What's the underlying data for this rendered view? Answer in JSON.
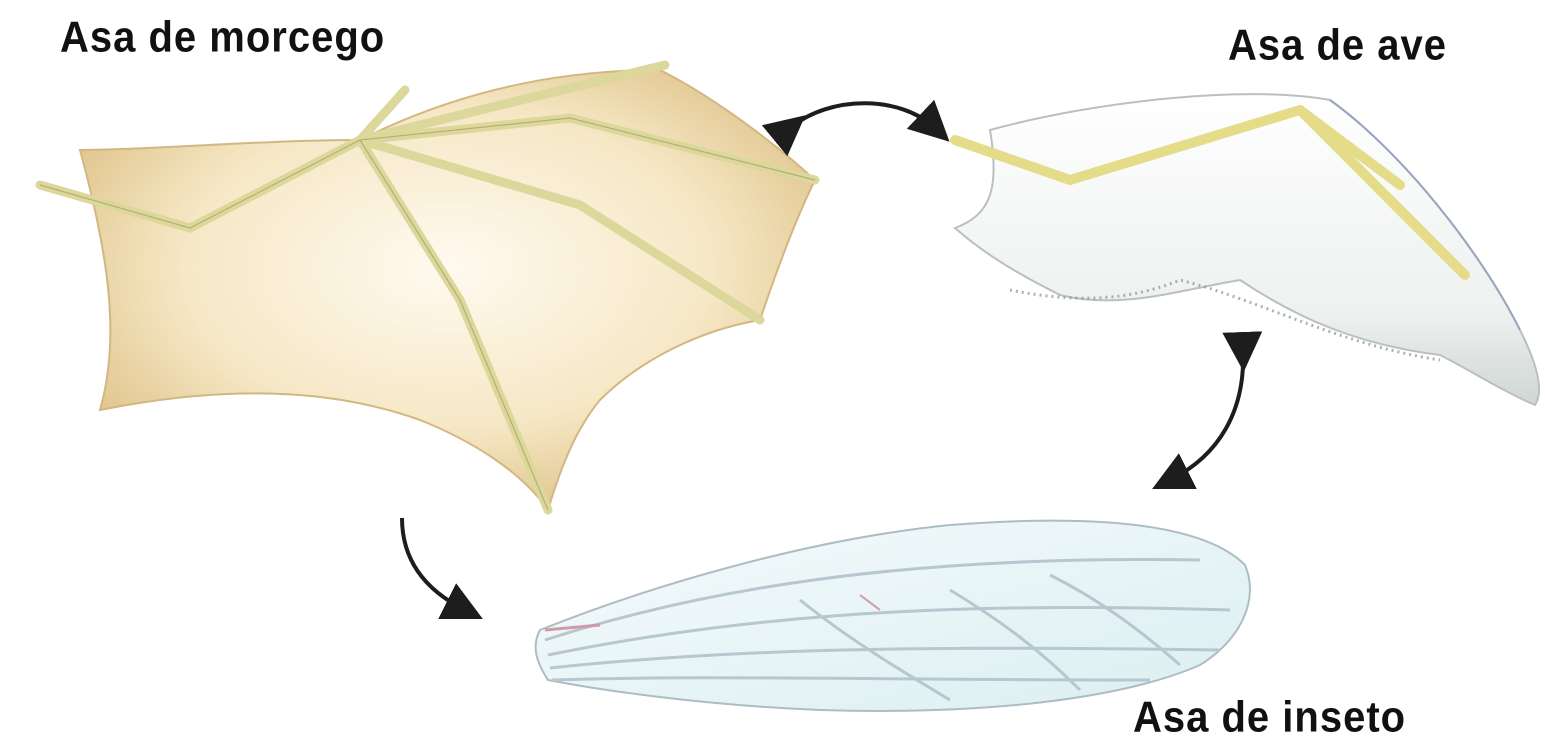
{
  "labels": {
    "bat_wing": "Asa de morcego",
    "bird_wing": "Asa de ave",
    "insect_wing": "Asa de inseto"
  },
  "colors": {
    "bat_membrane": "#f1dfb6",
    "bat_bone": "#dcd79a",
    "bird_bone": "#e4dc88",
    "bird_feather": "#dde3e2",
    "insect_vein": "#b7c7cf",
    "insect_membrane": "#e3f1f3",
    "arrow": "#1d1d1d",
    "label_text": "#111111"
  }
}
